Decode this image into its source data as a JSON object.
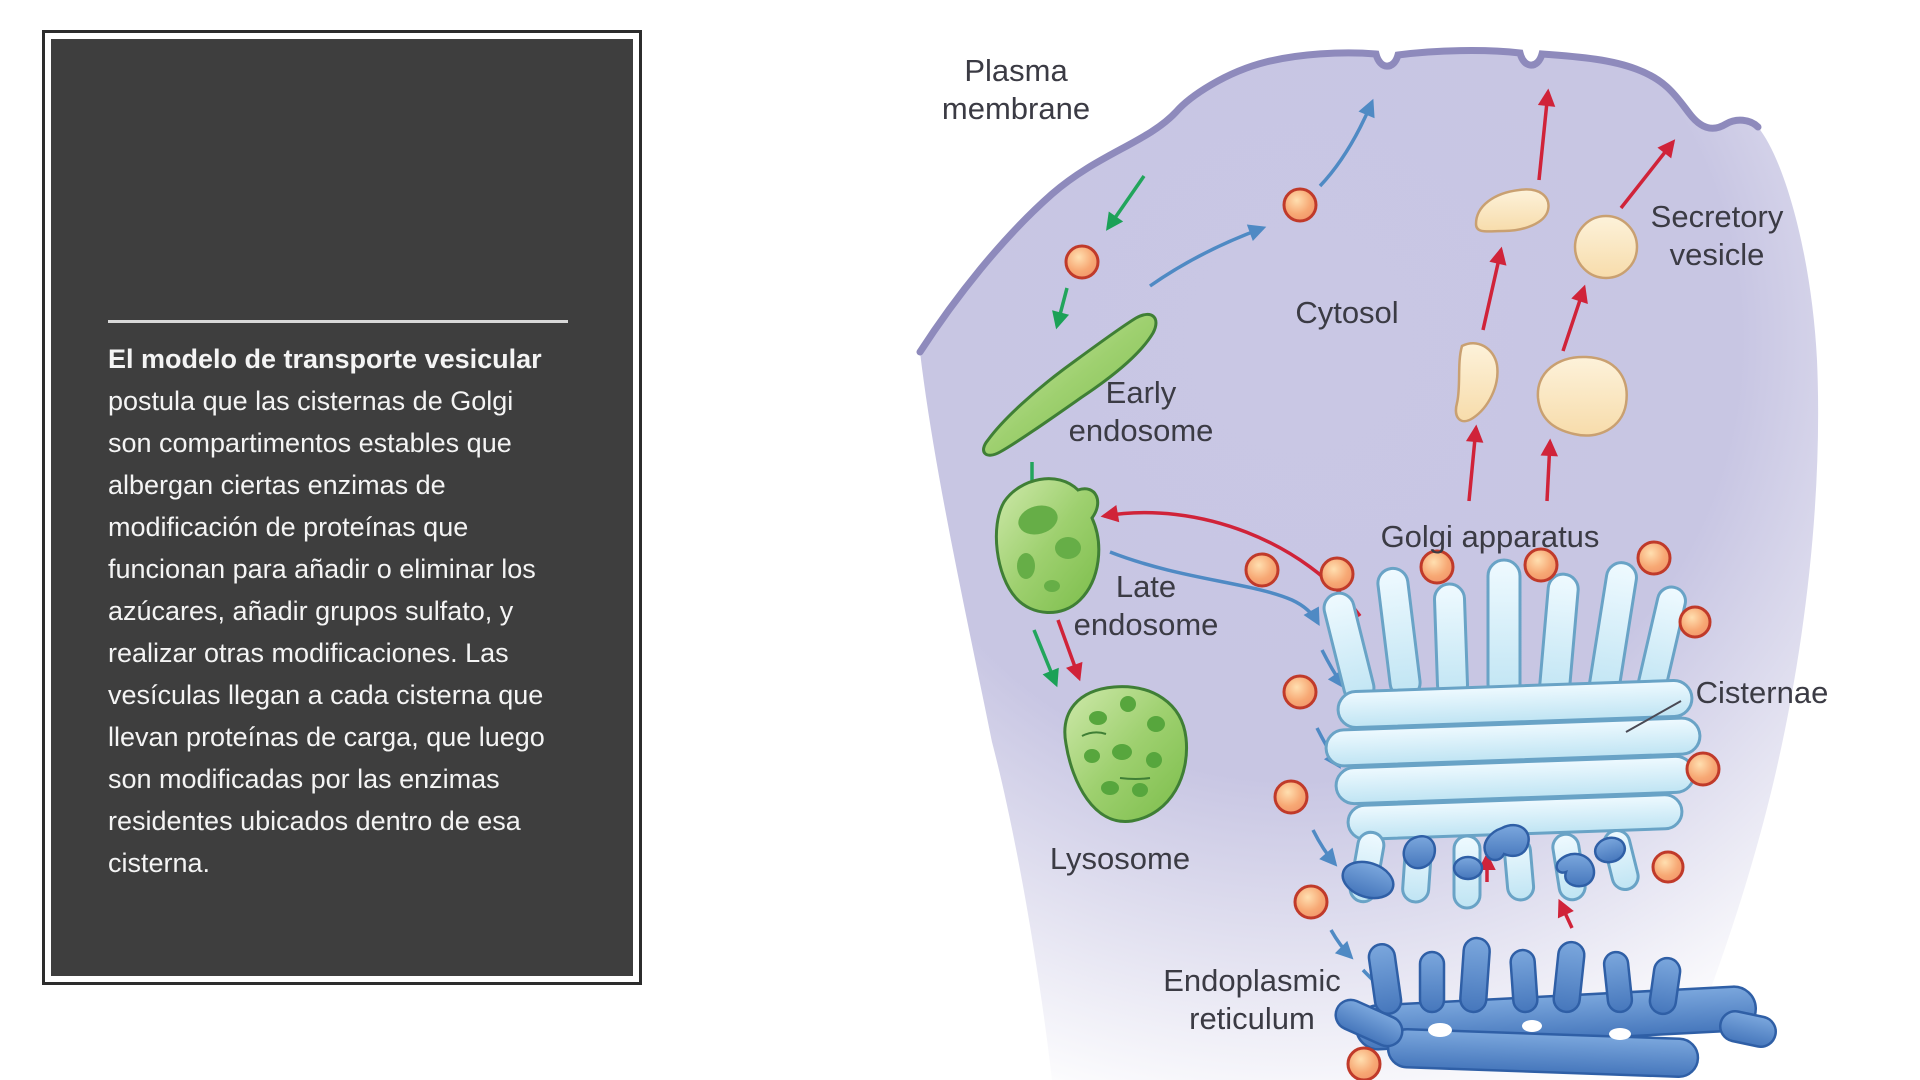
{
  "panel": {
    "title": "El modelo de transporte vesicular",
    "body_lines": [
      "postula que las cisternas de Golgi",
      "son compartimentos estables que",
      "albergan ciertas enzimas de",
      "modificación de proteínas que",
      "funcionan para añadir o eliminar los",
      "azúcares, añadir grupos sulfato, y",
      "realizar otras modificaciones. Las",
      "vesículas llegan a cada cisterna que",
      "llevan proteínas de carga, que luego",
      "son modificadas por las enzimas",
      "residentes ubicados dentro de esa",
      "cisterna."
    ]
  },
  "diagram": {
    "labels": {
      "plasma_membrane": "Plasma\nmembrane",
      "cytosol": "Cytosol",
      "early_endosome": "Early\nendosome",
      "late_endosome": "Late\nendosome",
      "lysosome": "Lysosome",
      "golgi_apparatus": "Golgi apparatus",
      "secretory_vesicle": "Secretory\nvesicle",
      "cisternae": "Cisternae",
      "endoplasmic_reticulum": "Endoplasmic\nreticulum"
    },
    "colors": {
      "membrane": "#8e8abc",
      "cell_fill": "#c9c7e4",
      "endosome_green": "#8cc65f",
      "golgi_blue": "#cfeaf7",
      "er_blue": "#4f82c4",
      "vesicle_orange": "#f5a477",
      "secretory_cream": "#fbe8c5",
      "arrow_green": "#22a55c",
      "arrow_blue": "#4f8ac4",
      "arrow_red": "#d02339",
      "panel_background": "#3e3e3e",
      "panel_text": "#f4f4f4"
    }
  }
}
